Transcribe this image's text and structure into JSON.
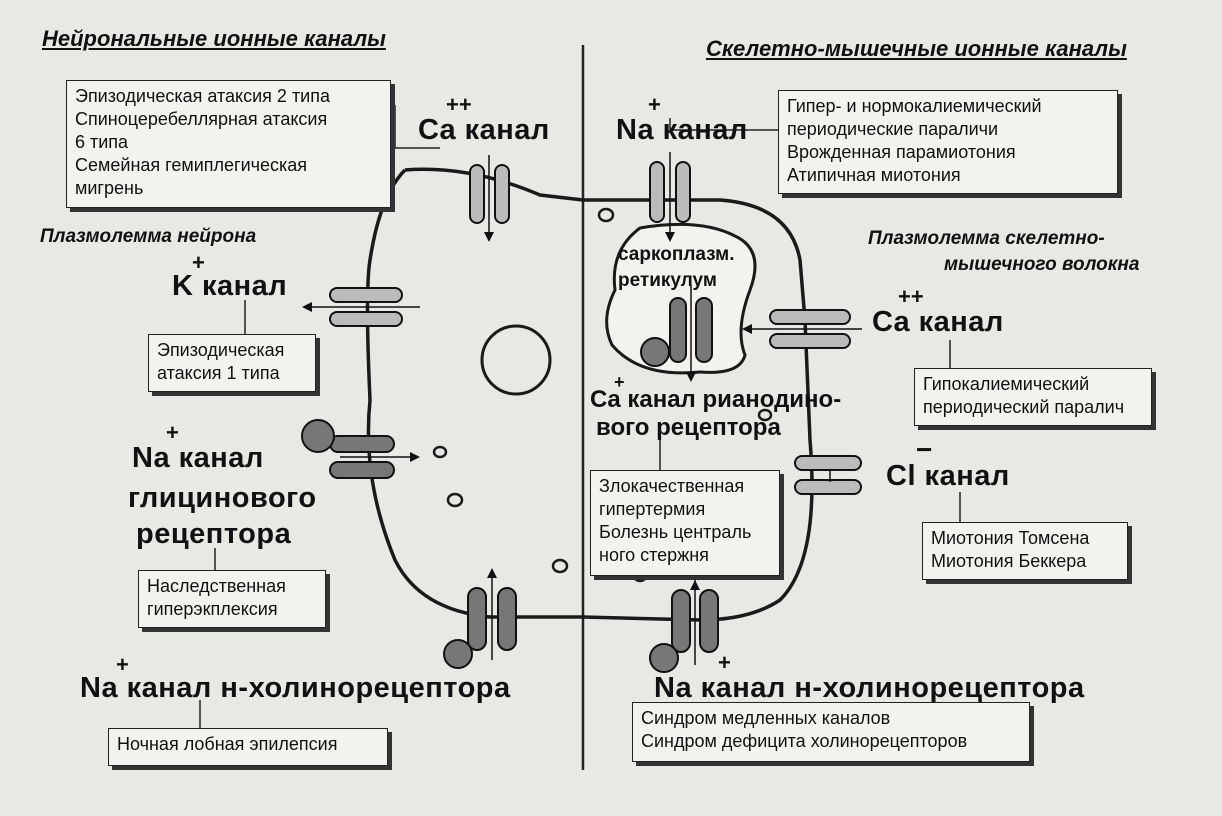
{
  "headers": {
    "neuronal": "Нейрональные ионные каналы",
    "skeletal": "Скелетно-мышечные ионные каналы"
  },
  "membranes": {
    "neuron": "Плазмолемма нейрона",
    "muscle_line1": "Плазмолемма скелетно-",
    "muscle_line2": "мышечного волокна"
  },
  "charges": {
    "plus": "+",
    "plus2": "++",
    "minus": "−"
  },
  "channels": {
    "ca_left": "Ca канал",
    "na_top": "Na канал",
    "k": "K канал",
    "ca_right": "Ca канал",
    "na_glycine_1": "Na канал",
    "na_glycine_2": "глицинового",
    "na_glycine_3": "рецептора",
    "ryanodine_1": "Ca канал рианодино-",
    "ryanodine_2": "вого рецептора",
    "cl": "Cl канал",
    "nachr_left": "Na канал  н-холинорецептора",
    "nachr_right": "Na канал  н-холинорецептора"
  },
  "sr": {
    "line1": "саркоплазм.",
    "line2": "ретикулум"
  },
  "diseases": {
    "neuronal_top": [
      "Эпизодическая атаксия 2 типа",
      "Спиноцеребеллярная атаксия",
      "6 типа",
      "Семейная гемиплегическая",
      "мигрень"
    ],
    "k_channel": [
      "Эпизодическая",
      "атаксия 1 типа"
    ],
    "glycine": [
      "Наследственная",
      "гиперэкплексия"
    ],
    "nachr_neuronal": [
      "Ночная лобная эпилепсия"
    ],
    "na_muscle": [
      "Гипер- и нормокалиемический",
      "периодические параличи",
      "Врожденная парамиотония",
      "Атипичная миотония"
    ],
    "ca_muscle": [
      "Гипокалиемический",
      "периодический паралич"
    ],
    "ryanodine": [
      "Злокачественная",
      "гипертермия",
      "Болезнь централь",
      "ного стержня"
    ],
    "cl_muscle": [
      "Миотония Томсена",
      "Миотония Беккера"
    ],
    "nachr_muscle": [
      "Синдром медленных каналов",
      "Синдром дефицита холинорецепторов"
    ]
  }
}
